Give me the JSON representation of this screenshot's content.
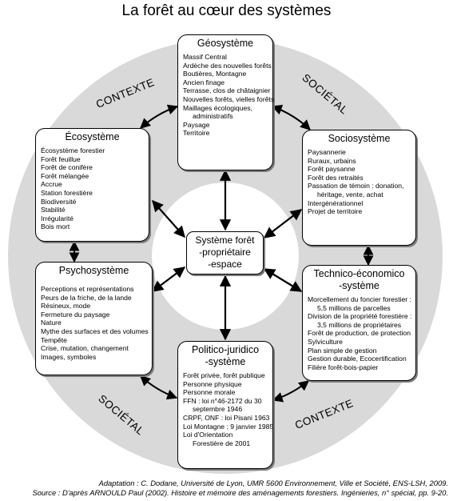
{
  "title": "La forêt au cœur des systèmes",
  "ring_labels": {
    "top_left": "CONTEXTE",
    "top_right": "SOCIÉTAL",
    "bottom_left": "SOCIÉTAL",
    "bottom_right": "CONTEXTE"
  },
  "center": {
    "line1": "Système forêt",
    "line2": "-propriétaire",
    "line3": "-espace"
  },
  "boxes": {
    "geosysteme": {
      "title": "Géosystème",
      "items": [
        "Massif Central",
        "Ardèche des nouvelles forêts",
        "Boutières, Montagne",
        "Ancien finage",
        "Terrasse, clos de châtaignier",
        "Nouvelles forêts, vielles forêts",
        "Maillages écologiques,",
        "administratifs",
        "Paysage",
        "Territoire"
      ]
    },
    "ecosysteme": {
      "title": "Écosystème",
      "items": [
        "Écosystème forestier",
        "Forêt feuillue",
        "Forêt de conifère",
        "Forêt mélangée",
        "Accrue",
        "Station forestière",
        "Biodiversité",
        "Stabilité",
        "Irrégularité",
        "Bois mort"
      ]
    },
    "sociosysteme": {
      "title": "Sociosystème",
      "items": [
        "Paysannerie",
        "Ruraux, urbains",
        "Forêt paysanne",
        "Forêt des retraités",
        "Passation de témoin : donation,",
        "héritage, vente, achat",
        "Intergénérationnel",
        "Projet de territoire"
      ]
    },
    "psychosysteme": {
      "title": "Psychosystème",
      "items": [
        "Perceptions et représentations",
        "Peurs de la friche, de la lande",
        "Résineux, mode",
        "Fermeture du paysage",
        "Nature",
        "Mythe des surfaces et des volumes",
        "Tempête",
        "Crise, mutation, changement",
        "Images, symboles"
      ]
    },
    "technico": {
      "title_line1": "Technico-économico",
      "title_line2": "-système",
      "items": [
        "Morcellement du foncier forestier :",
        "5,5 millions de parcelles",
        "Division de la propriété forestière :",
        "3,5 millions de propriétaires",
        "Forêt de production, de protection",
        "Sylviculture",
        "Plan simple de gestion",
        "Gestion durable, Ecocertification",
        "Filière forêt-bois-papier"
      ]
    },
    "politico": {
      "title_line1": "Politico-juridico",
      "title_line2": "-système",
      "items": [
        "Forêt privée, forêt publique",
        "Personne physique",
        "Personne morale",
        "FFN : loi n°46-2172 du 30",
        "septembre 1946",
        "CRPF, ONF : loi Pisani 1963",
        "Loi Montagne : 9 janvier 1985",
        "Loi d'Orientation",
        "Forestière de 2001"
      ]
    }
  },
  "credits": {
    "line1": "Adaptation : C. Dodane, Université de Lyon, UMR 5600 Environnement, Ville et Société, ENS-LSH, 2009.",
    "line2": "Source : D'après ARNOULD Paul (2002). Histoire et mémoire des aménagements forestiers. Ingénieries, n° spécial, pp. 9-20."
  },
  "colors": {
    "ring": "#d9d9d9",
    "shadow": "#7a7a7a",
    "stroke": "#000000"
  }
}
